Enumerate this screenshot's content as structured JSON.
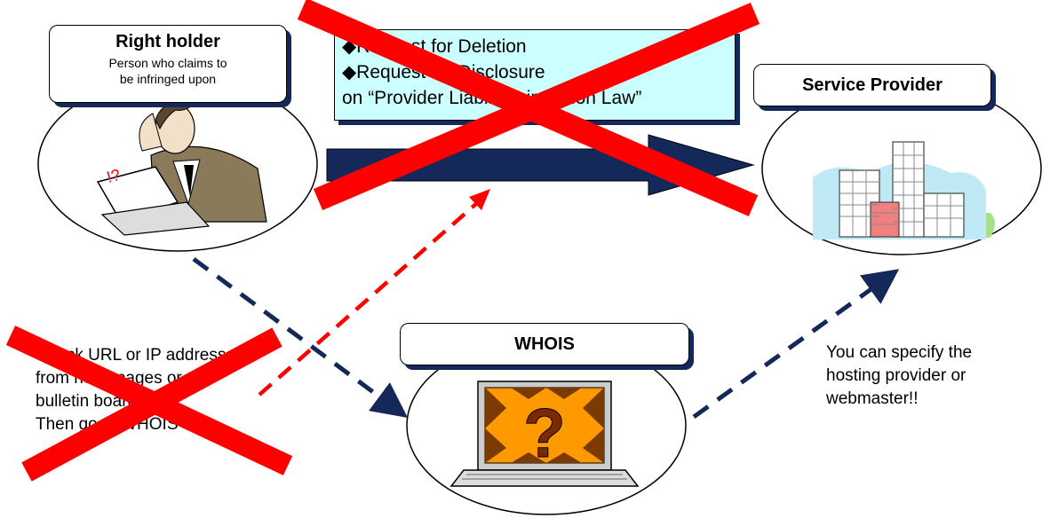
{
  "right_holder": {
    "title": "Right holder",
    "subtitle_line1": "Person who claims to",
    "subtitle_line2": "be infringed upon"
  },
  "request_box": {
    "line1": "◆Request for Deletion",
    "line2": "◆Request for Disclosure",
    "line3": "on “Provider Liability Limitation Law”"
  },
  "service_provider": {
    "title": "Service Provider"
  },
  "whois": {
    "title": "WHOIS"
  },
  "left_note": {
    "line1": "Check URL or IP address",
    "line2": "from homepages or",
    "line3": "bulletin boards.",
    "line4": "Then go to WHOIS"
  },
  "right_note": {
    "line1": "You can specify the",
    "line2": "hosting provider or",
    "line3": "webmaster!!"
  },
  "colors": {
    "navy": "#14285a",
    "cross_red": "#ff0000",
    "request_fill": "#ccffff",
    "screen_orange": "#ff9900"
  }
}
